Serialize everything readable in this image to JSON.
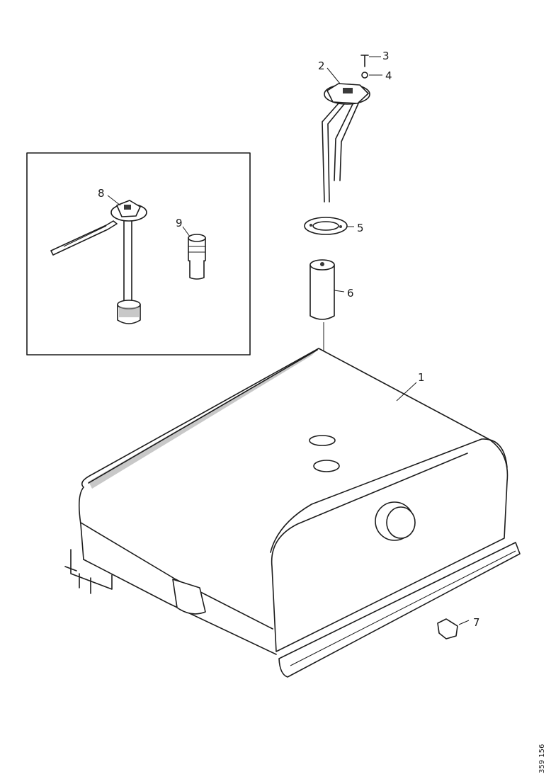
{
  "diagram": {
    "reference_number": "359 156",
    "callouts": [
      {
        "id": "1",
        "label": "1"
      },
      {
        "id": "2",
        "label": "2"
      },
      {
        "id": "3",
        "label": "3"
      },
      {
        "id": "4",
        "label": "4"
      },
      {
        "id": "5",
        "label": "5"
      },
      {
        "id": "6",
        "label": "6"
      },
      {
        "id": "7",
        "label": "7"
      },
      {
        "id": "8",
        "label": "8"
      },
      {
        "id": "9",
        "label": "9"
      }
    ]
  }
}
